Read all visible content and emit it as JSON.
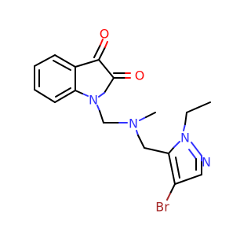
{
  "molecule": {
    "atoms": {
      "o_top": {
        "label": "O",
        "color": "#ff0d0d"
      },
      "o_right": {
        "label": "O",
        "color": "#ff0d0d"
      },
      "n_indole": {
        "label": "N",
        "color": "#3333ff"
      },
      "n_amine": {
        "label": "N",
        "color": "#3333ff"
      },
      "n_pyrazole_1": {
        "label": "N",
        "color": "#3333ff"
      },
      "n_pyrazole_2": {
        "label": "N",
        "color": "#3333ff"
      },
      "br": {
        "label": "Br",
        "color": "#a62929"
      }
    },
    "colors": {
      "bond": "#000000",
      "nitrogen": "#3333ff",
      "oxygen": "#ff0d0d",
      "bromine": "#a62929",
      "background": "#ffffff"
    }
  }
}
